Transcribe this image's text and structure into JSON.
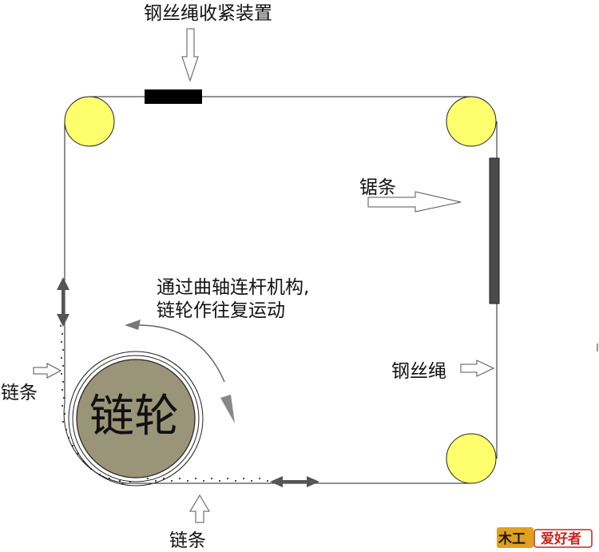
{
  "labels": {
    "tensioner": "钢丝绳收紧装置",
    "saw_blade": "锯条",
    "wire_rope": "钢丝绳",
    "mechanism_line1": "通过曲轴连杆机构,",
    "mechanism_line2": "链轮作往复运动",
    "chain_left": "链条",
    "chain_bottom": "链条",
    "sprocket": "链轮"
  },
  "logo": {
    "text": "爱好者",
    "mark": "木工"
  },
  "colors": {
    "pulley_fill": "#ffff6e",
    "sprocket_fill": "#9a9478",
    "tensioner_fill": "#000000",
    "blade_fill": "#4a4a4a",
    "arrow_gray": "#555555",
    "logo_red": "#c2261e",
    "logo_gold": "#e0a020"
  }
}
